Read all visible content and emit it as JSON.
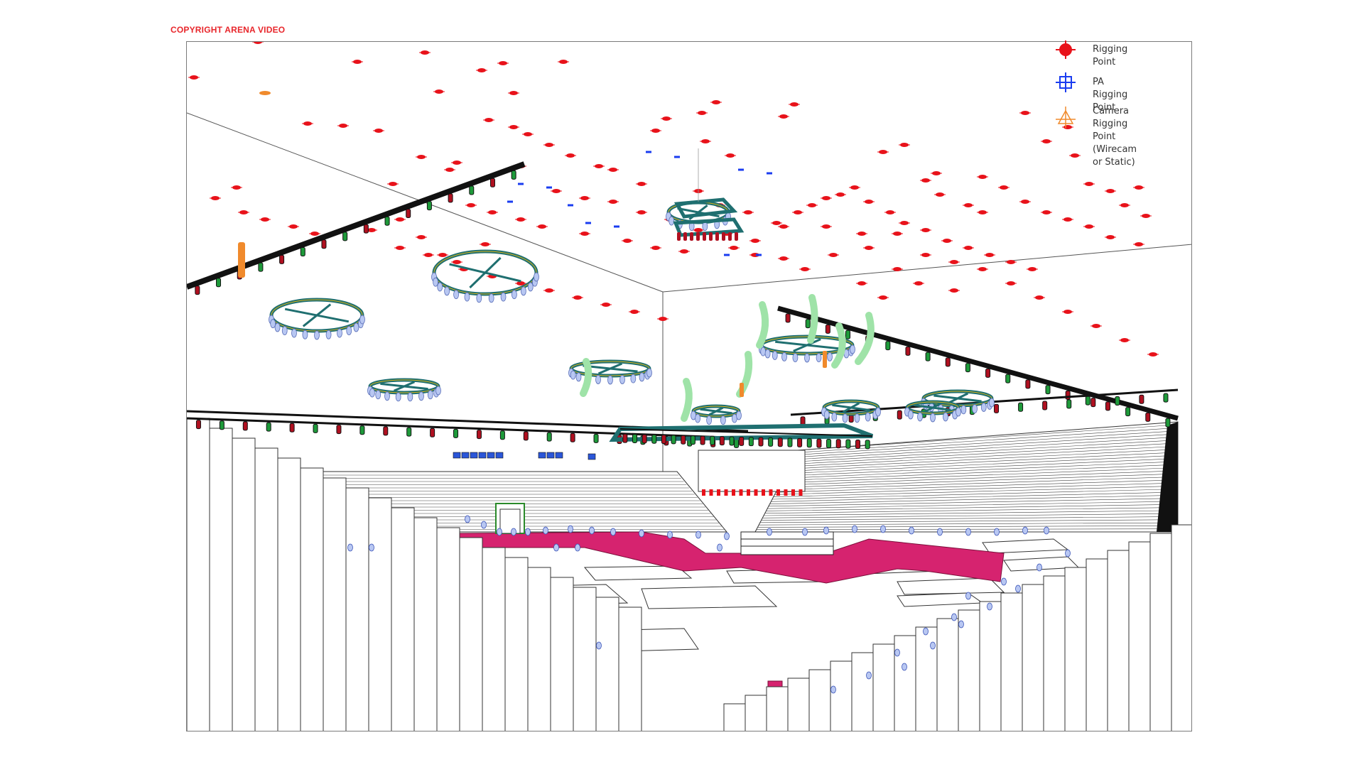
{
  "copyright": "COPYRIGHT ARENA VIDEO",
  "legend": {
    "items": [
      {
        "label": "Rigging Point",
        "icon": "rigging-point-icon",
        "color": "#e8121a"
      },
      {
        "label": "PA Rigging Point",
        "icon": "pa-rigging-point-icon",
        "color": "#1a3cf0"
      },
      {
        "label": "Camera Rigging\nPoint\n(Wirecam or Static)",
        "icon": "camera-rigging-point-icon",
        "color": "#f08a2c"
      }
    ]
  },
  "colors": {
    "rigging": "#e8121a",
    "pa_rigging": "#1a3cf0",
    "camera_rigging": "#f08a2c",
    "truss": "#1f6f70",
    "truss_black": "#111111",
    "stage_floor": "#d6236f",
    "light_fixture": "#b8c7f2",
    "speaker": "#9fe3a8",
    "camera_mount": "#f08a2c"
  }
}
